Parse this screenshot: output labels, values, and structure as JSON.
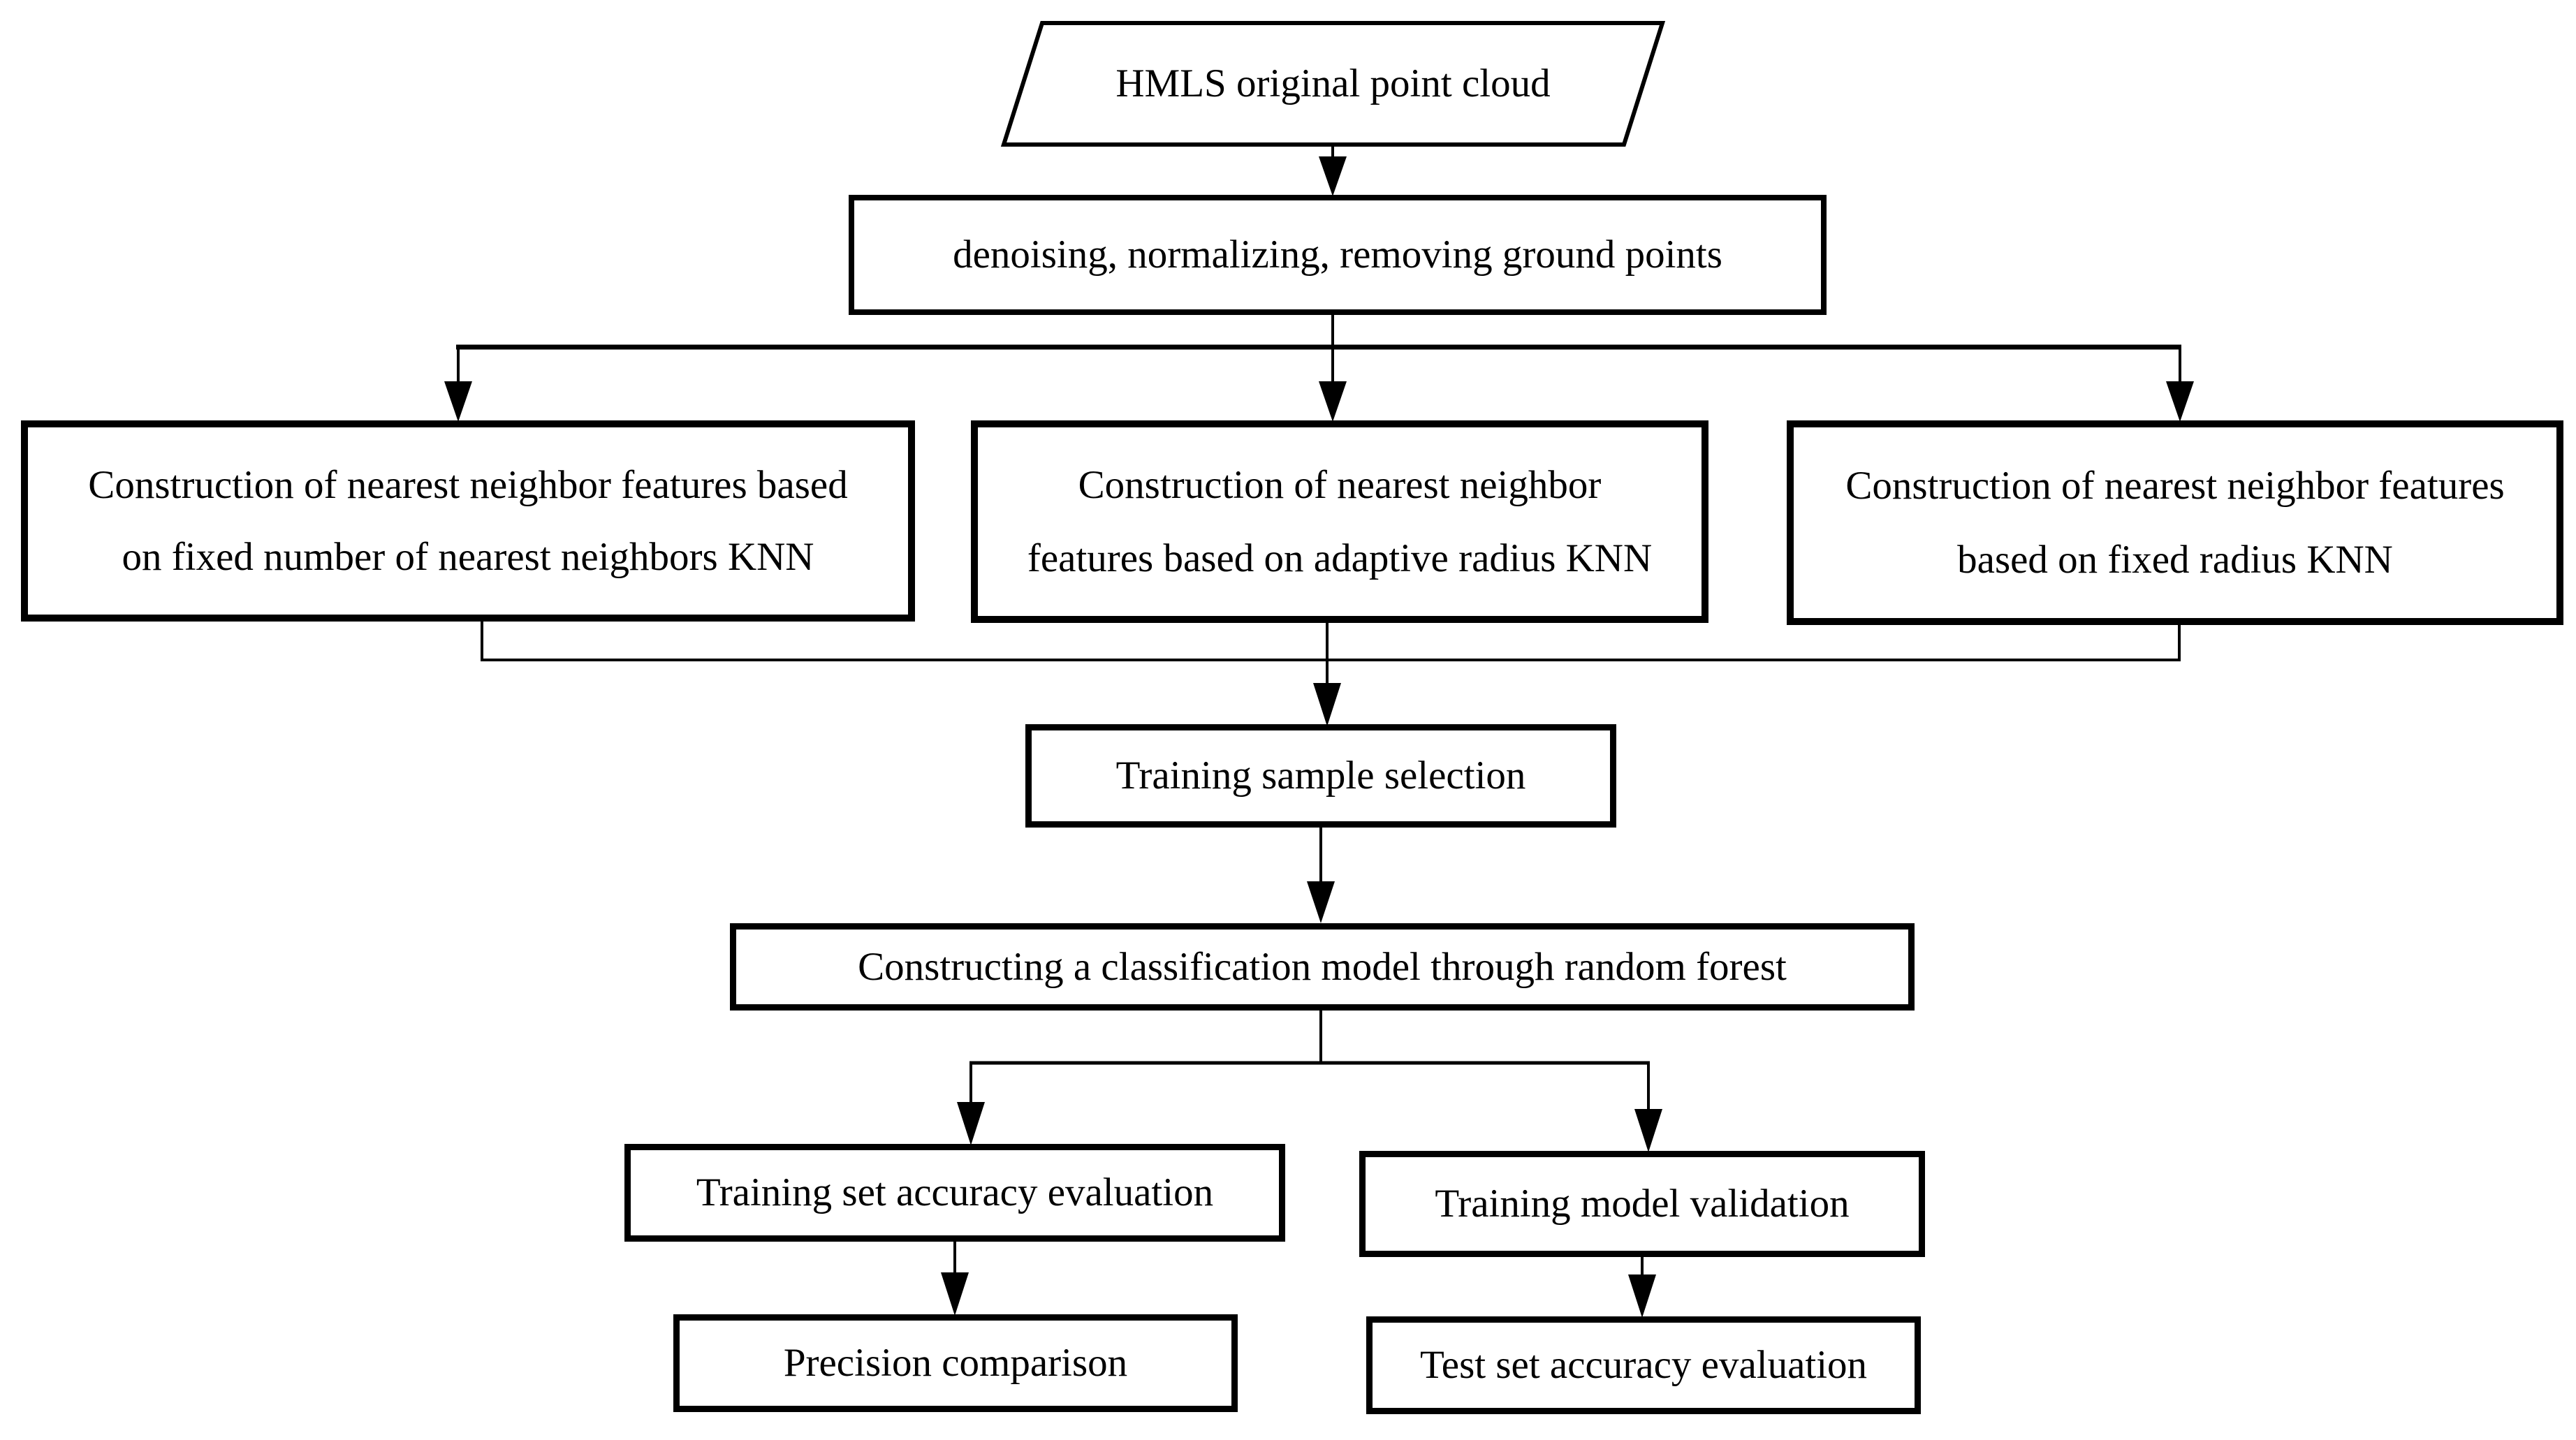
{
  "diagram": {
    "type": "flowchart",
    "colors": {
      "ink": "#000000",
      "paper": "#ffffff"
    },
    "nodes": {
      "source": {
        "shape": "parallelogram",
        "label": "HMLS original point cloud"
      },
      "preprocess": {
        "shape": "rect",
        "label": "denoising, normalizing, removing ground points"
      },
      "knn_fixed_number": {
        "shape": "rect",
        "lines": [
          "Construction of nearest neighbor features based",
          "on fixed number of nearest neighbors KNN"
        ]
      },
      "knn_adaptive_radius": {
        "shape": "rect",
        "lines": [
          "Construction of nearest neighbor",
          "features based on adaptive radius KNN"
        ]
      },
      "knn_fixed_radius": {
        "shape": "rect",
        "lines": [
          "Construction of nearest neighbor features",
          "based on fixed radius KNN"
        ]
      },
      "training_sample": {
        "shape": "rect",
        "label": "Training sample selection"
      },
      "random_forest": {
        "shape": "rect",
        "label": "Constructing a classification model through random forest"
      },
      "train_accuracy": {
        "shape": "rect",
        "label": "Training set accuracy evaluation"
      },
      "model_validation": {
        "shape": "rect",
        "label": "Training model validation"
      },
      "precision_comparison": {
        "shape": "rect",
        "label": "Precision comparison"
      },
      "test_accuracy": {
        "shape": "rect",
        "label": "Test set accuracy evaluation"
      }
    },
    "edges": [
      {
        "from": "source",
        "to": "preprocess"
      },
      {
        "from": "preprocess",
        "to": "knn_fixed_number"
      },
      {
        "from": "preprocess",
        "to": "knn_adaptive_radius"
      },
      {
        "from": "preprocess",
        "to": "knn_fixed_radius"
      },
      {
        "from": "knn_fixed_number",
        "to": "training_sample"
      },
      {
        "from": "knn_adaptive_radius",
        "to": "training_sample"
      },
      {
        "from": "knn_fixed_radius",
        "to": "training_sample"
      },
      {
        "from": "training_sample",
        "to": "random_forest"
      },
      {
        "from": "random_forest",
        "to": "train_accuracy"
      },
      {
        "from": "random_forest",
        "to": "model_validation"
      },
      {
        "from": "train_accuracy",
        "to": "precision_comparison"
      },
      {
        "from": "model_validation",
        "to": "test_accuracy"
      }
    ]
  }
}
